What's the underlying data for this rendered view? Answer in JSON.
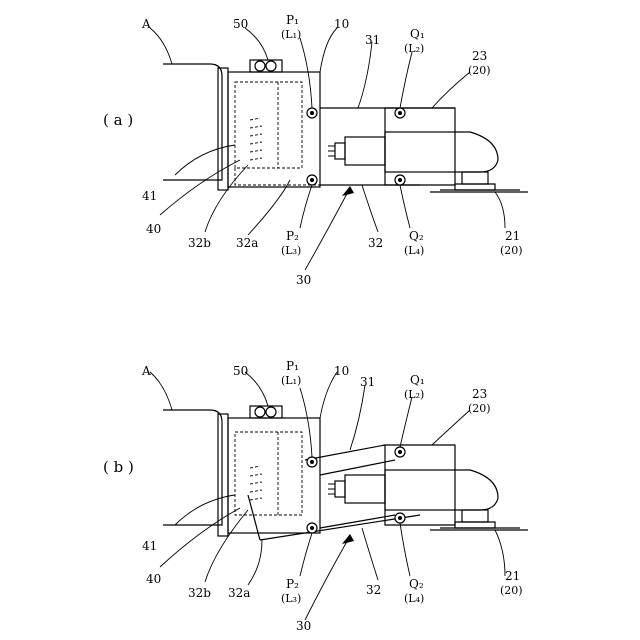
{
  "figures": [
    {
      "panel_label": "( a )",
      "labels": {
        "A": "A",
        "n50": "50",
        "p1": "P₁",
        "p1_sub": "(L₁)",
        "n10": "10",
        "n31": "31",
        "q1": "Q₁",
        "q1_sub": "(L₂)",
        "n23": "23",
        "n23_sub": "(20)",
        "n41": "41",
        "n40": "40",
        "n32b": "32b",
        "n32a": "32a",
        "p2": "P₂",
        "p2_sub": "(L₃)",
        "n32": "32",
        "q2": "Q₂",
        "q2_sub": "(L₄)",
        "n21": "21",
        "n21_sub": "(20)",
        "n30": "30"
      }
    },
    {
      "panel_label": "( b )",
      "labels": {
        "A": "A",
        "n50": "50",
        "p1": "P₁",
        "p1_sub": "(L₁)",
        "n10": "10",
        "n31": "31",
        "q1": "Q₁",
        "q1_sub": "(L₂)",
        "n23": "23",
        "n23_sub": "(20)",
        "n41": "41",
        "n40": "40",
        "n32b": "32b",
        "n32a": "32a",
        "p2": "P₂",
        "p2_sub": "(L₃)",
        "n32": "32",
        "q2": "Q₂",
        "q2_sub": "(L₄)",
        "n21": "21",
        "n21_sub": "(20)",
        "n30": "30"
      }
    }
  ]
}
